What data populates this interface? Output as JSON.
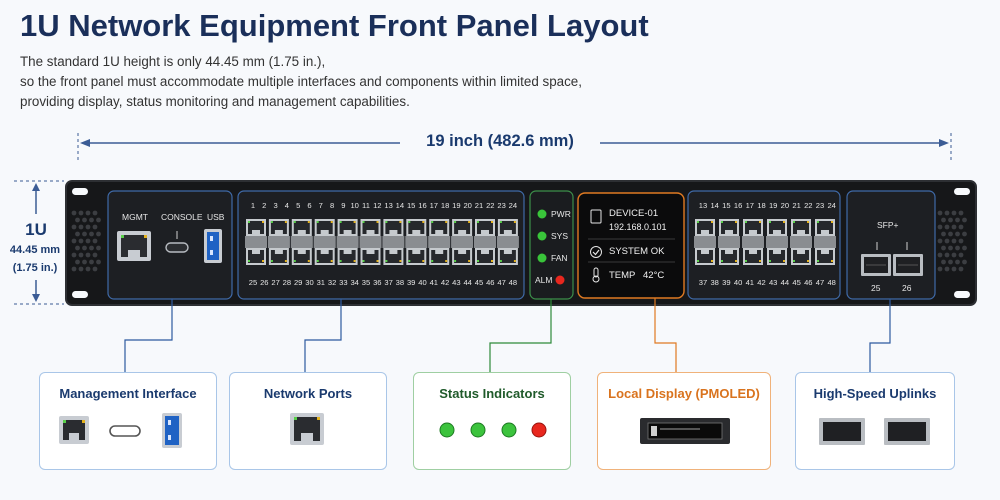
{
  "header": {
    "title": "1U Network Equipment Front Panel Layout",
    "subtitle_lines": [
      "The standard 1U height is only 44.45 mm (1.75 in.),",
      "so the front panel must accommodate multiple interfaces and components within limited space,",
      "providing display, status monitoring and management capabilities."
    ]
  },
  "dimensions": {
    "width": "19 inch (482.6 mm)",
    "height_u": "1U",
    "height_mm": "44.45 mm",
    "height_in": "(1.75 in.)"
  },
  "panel": {
    "mgmt_labels": [
      "MGMT",
      "CONSOLE",
      "USB"
    ],
    "ports_top_left": [
      "1",
      "2",
      "3",
      "4",
      "5",
      "6",
      "7",
      "8",
      "9",
      "10",
      "11",
      "12",
      "13",
      "14",
      "15",
      "16",
      "17",
      "18",
      "19",
      "20",
      "21",
      "22",
      "23",
      "24"
    ],
    "ports_bottom_left": [
      "25",
      "26",
      "27",
      "28",
      "29",
      "30",
      "31",
      "32",
      "33",
      "34",
      "35",
      "36",
      "37",
      "38",
      "39",
      "40",
      "41",
      "42",
      "43",
      "44",
      "45",
      "46",
      "47",
      "48"
    ],
    "ports_top_right": [
      "13",
      "14",
      "15",
      "16",
      "17",
      "18",
      "19",
      "20",
      "21",
      "22",
      "23",
      "24"
    ],
    "ports_bottom_right": [
      "37",
      "38",
      "39",
      "40",
      "41",
      "42",
      "43",
      "44",
      "45",
      "46",
      "47",
      "48"
    ],
    "status_leds": [
      {
        "label": "PWR",
        "color": "#39c43a"
      },
      {
        "label": "SYS",
        "color": "#39c43a"
      },
      {
        "label": "FAN",
        "color": "#39c43a"
      },
      {
        "label": "ALM",
        "color": "#e8271e"
      }
    ],
    "display": {
      "device_name": "DEVICE-01",
      "ip": "192.168.0.101",
      "status": "SYSTEM OK",
      "temp_label": "TEMP",
      "temp_value": "42°C"
    },
    "sfp_label": "SFP+",
    "sfp_ports": [
      "25",
      "26"
    ]
  },
  "callouts": [
    {
      "title": "Management Interface",
      "color": "#1a3a6e",
      "border": "#a9c6e8"
    },
    {
      "title": "Network Ports",
      "color": "#1a3a6e",
      "border": "#a9c6e8"
    },
    {
      "title": "Status Indicators",
      "color": "#1f5a2a",
      "border": "#9fcfa2"
    },
    {
      "title": "Local Display (PMOLED)",
      "color": "#d9731e",
      "border": "#f0b27a"
    },
    {
      "title": "High-Speed Uplinks",
      "color": "#1a3a6e",
      "border": "#a9c6e8"
    }
  ]
}
